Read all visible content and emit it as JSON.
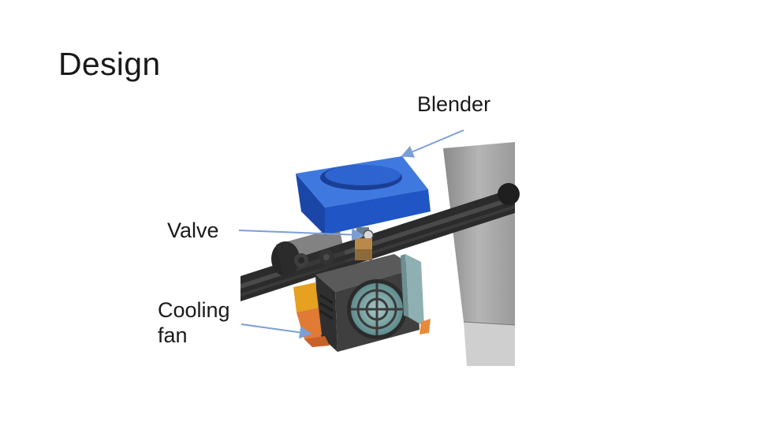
{
  "slide": {
    "title": "Design",
    "labels": {
      "blender": "Blender",
      "valve": "Valve",
      "cooling_fan_line1": "Cooling",
      "cooling_fan_line2": "fan"
    }
  },
  "colors": {
    "blender_block": "#1f55c4",
    "frame_gray": "#6f6f6f",
    "rail_dark": "#2b2b2b",
    "fan_shroud": "#3f3f3f",
    "fan_blade": "#7aa6a8",
    "accent_orange": "#e8893a",
    "arrow": "#7b9fd4"
  }
}
